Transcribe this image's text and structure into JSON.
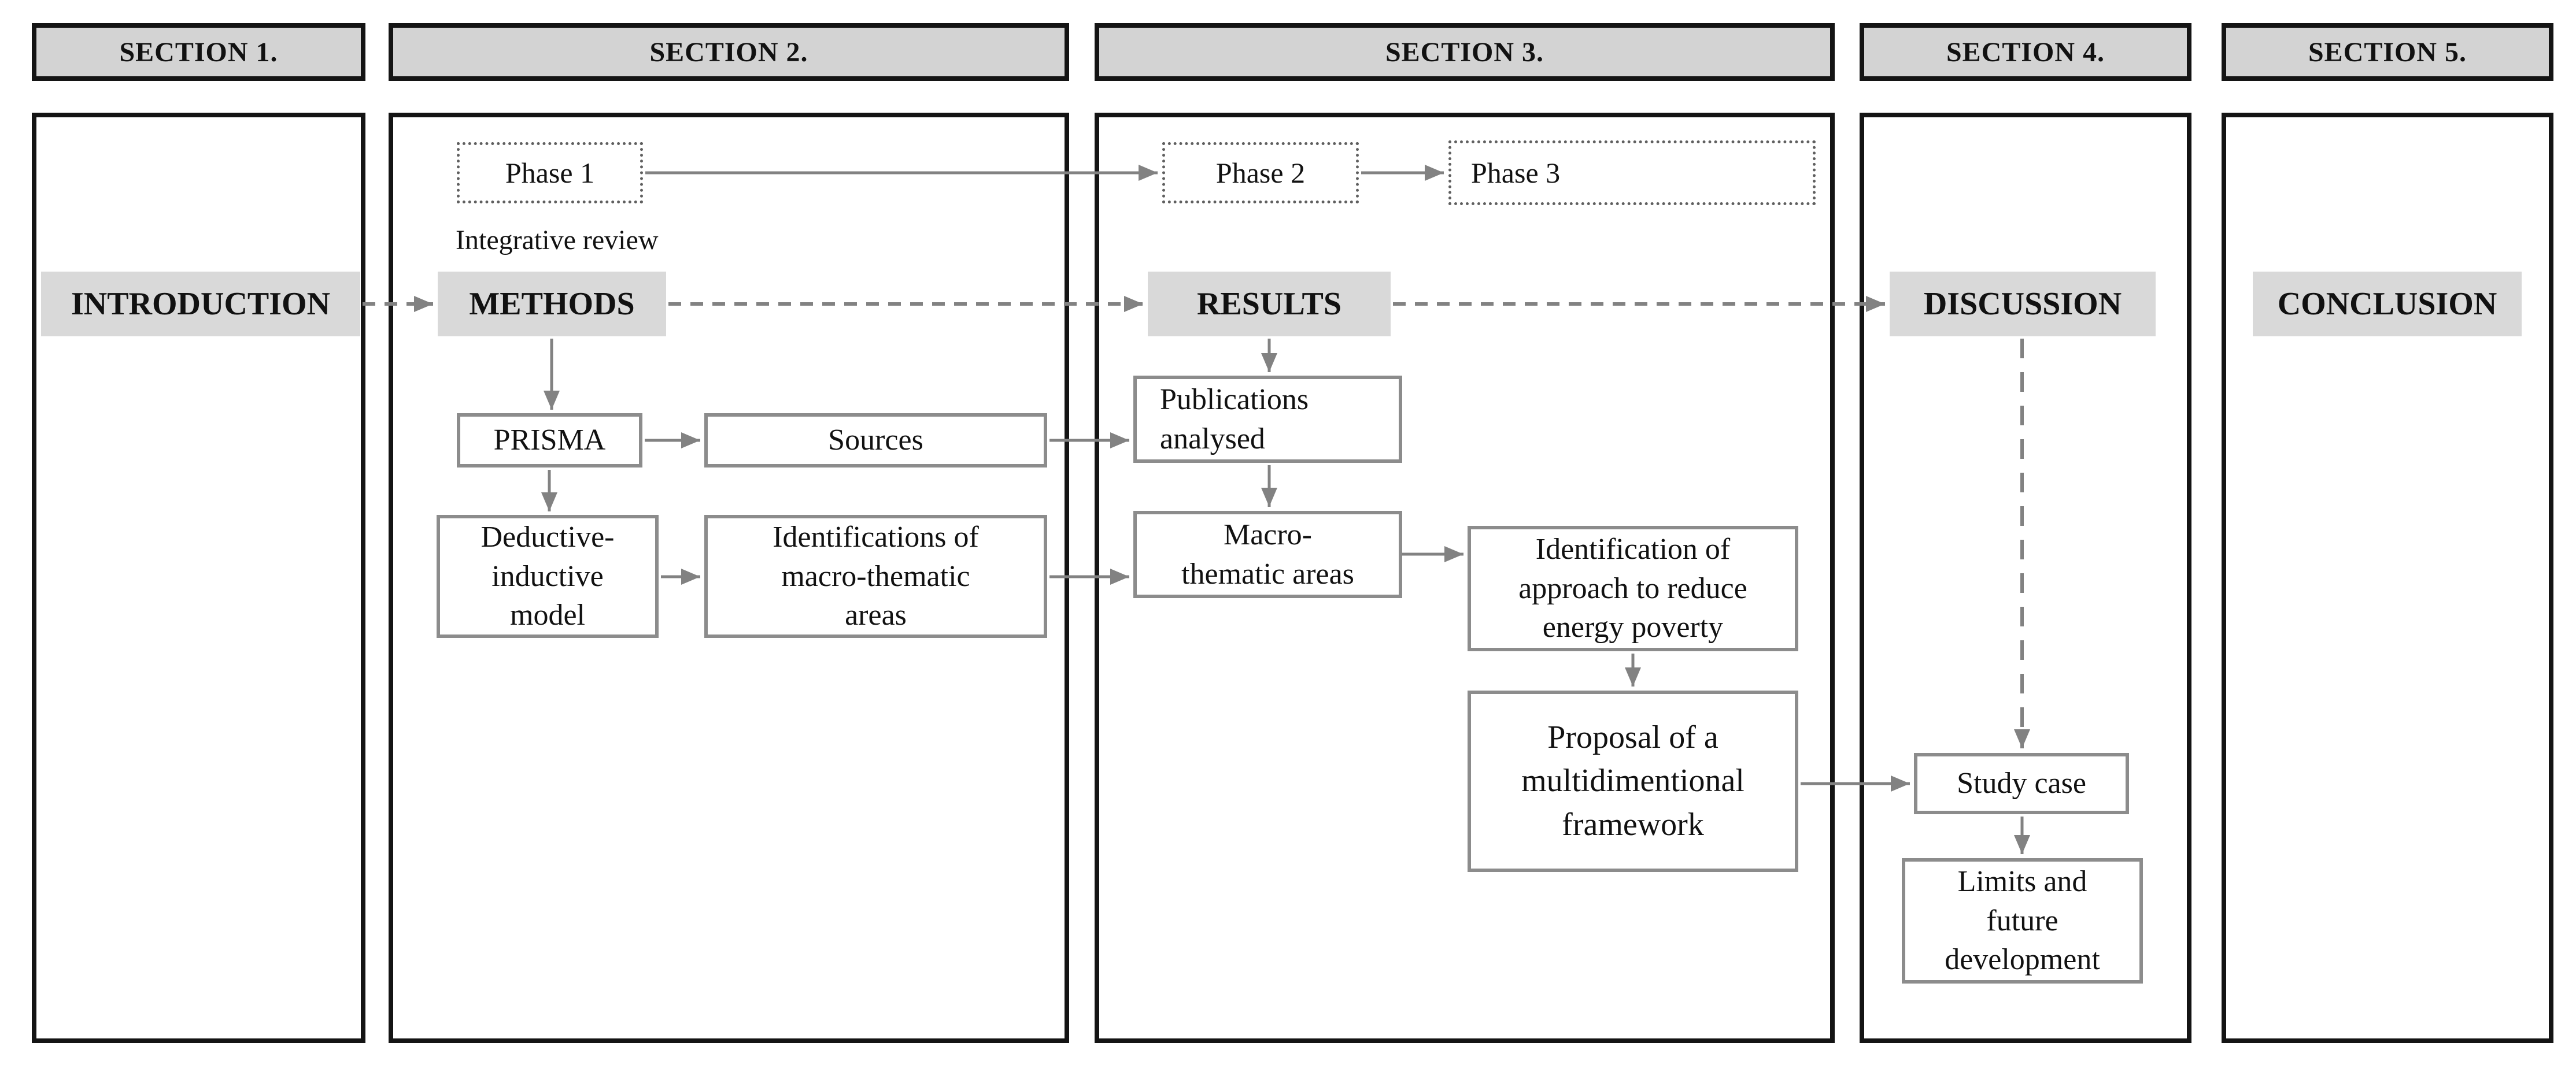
{
  "figure": {
    "sections": [
      {
        "label": "SECTION 1."
      },
      {
        "label": "SECTION 2."
      },
      {
        "label": "SECTION 3."
      },
      {
        "label": "SECTION 4."
      },
      {
        "label": "SECTION 5."
      }
    ],
    "nodes": {
      "introduction": "INTRODUCTION",
      "methods": "METHODS",
      "results": "RESULTS",
      "discussion": "DISCUSSION",
      "conclusion": "CONCLUSION",
      "phase1": "Phase 1",
      "phase2": "Phase 2",
      "phase3": "Phase 3",
      "integrative_review": "Integrative review",
      "prisma": "PRISMA",
      "sources": "Sources",
      "deductive": "Deductive-\ninductive\nmodel",
      "identifications": "Identifications of\nmacro-thematic\nareas",
      "publications": "Publications\nanalysed",
      "macro": "Macro-\nthematic areas",
      "identification_approach": "Identification of\napproach to reduce\nenergy poverty",
      "proposal": "Proposal of a\nmultidimentional\nframework",
      "study_case": "Study case",
      "limits": "Limits and\nfuture\ndevelopment"
    },
    "colors": {
      "frame": "#141414",
      "header_fill": "#d3d3d3",
      "label_fill": "#d9d9d9",
      "box_border": "#8c8c8c",
      "arrow": "#828282",
      "dotted_border": "#5f5f5f",
      "text": "#111111",
      "background": "#ffffff"
    }
  }
}
